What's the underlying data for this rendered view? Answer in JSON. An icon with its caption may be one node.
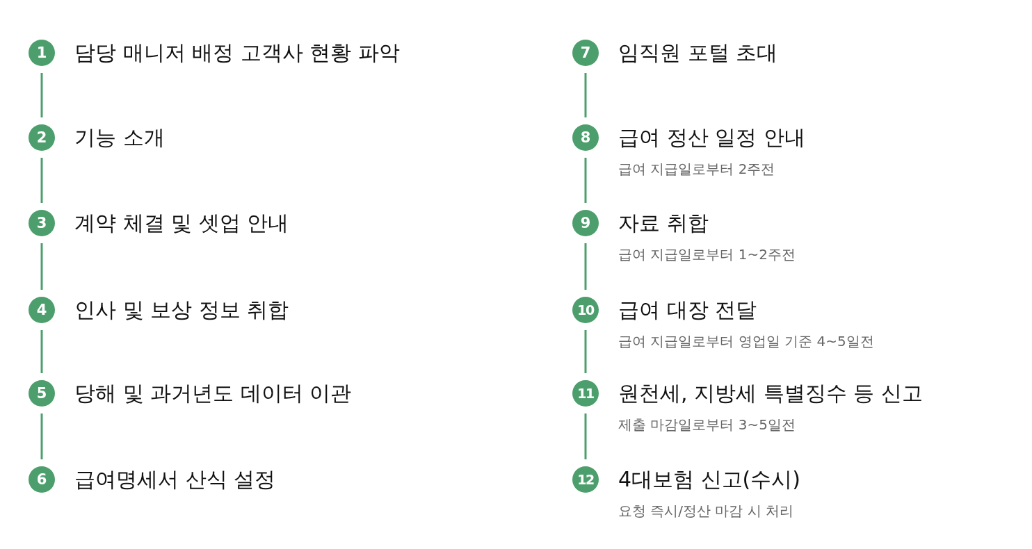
{
  "diagram": {
    "nodes": [
      {
        "text": [
          "1"
        ],
        "beside": [
          "담당 매니저 배정 고객사 현황 파악"
        ]
      },
      {
        "text": [
          "2"
        ],
        "beside": [
          "기능 소개"
        ]
      },
      {
        "text": [
          "3"
        ],
        "beside": [
          "계약 체결 및 셋업 안내"
        ]
      },
      {
        "text": [
          "4"
        ],
        "beside": [
          "인사 및 보상 정보 취합"
        ]
      },
      {
        "text": [
          "5"
        ],
        "beside": [
          "당해 및 과거년도 데이터 이관"
        ]
      },
      {
        "text": [
          "6"
        ],
        "beside": [
          "급여명세서 산식 설정"
        ]
      },
      {
        "text": [
          "7"
        ],
        "beside": [
          "임직원 포털 초대"
        ]
      },
      {
        "text": [
          "8"
        ],
        "beside": [
          "급여 정산 일정 안내",
          "급여 지급일로부터 2주전"
        ]
      },
      {
        "text": [
          "9"
        ],
        "beside": [
          "자료 취합",
          "급여 지급일로부터 1~2주전"
        ]
      },
      {
        "text": [
          "10"
        ],
        "beside": [
          "급여 대장 전달",
          "급여 지급일로부터 영업일 기준 4~5일전"
        ]
      },
      {
        "text": [
          "11"
        ],
        "beside": [
          "원천세, 지방세 특별징수 등 신고",
          "제출 마감일로부터 3~5일전"
        ]
      },
      {
        "text": [
          "12"
        ],
        "beside": [
          "4대보험 신고(수시)",
          "요청 즉시/정산 마감 시 처리"
        ]
      }
    ],
    "edges": [
      {
        "from": 0,
        "to": 1,
        "arrow": "none"
      },
      {
        "from": 1,
        "to": 2,
        "arrow": "none"
      },
      {
        "from": 2,
        "to": 3,
        "arrow": "none"
      },
      {
        "from": 3,
        "to": 4,
        "arrow": "none"
      },
      {
        "from": 4,
        "to": 5,
        "arrow": "none"
      },
      {
        "from": 6,
        "to": 7,
        "arrow": "none"
      },
      {
        "from": 7,
        "to": 8,
        "arrow": "none"
      },
      {
        "from": 8,
        "to": 9,
        "arrow": "none"
      },
      {
        "from": 9,
        "to": 10,
        "arrow": "none"
      },
      {
        "from": 10,
        "to": 11,
        "arrow": "none"
      }
    ]
  }
}
